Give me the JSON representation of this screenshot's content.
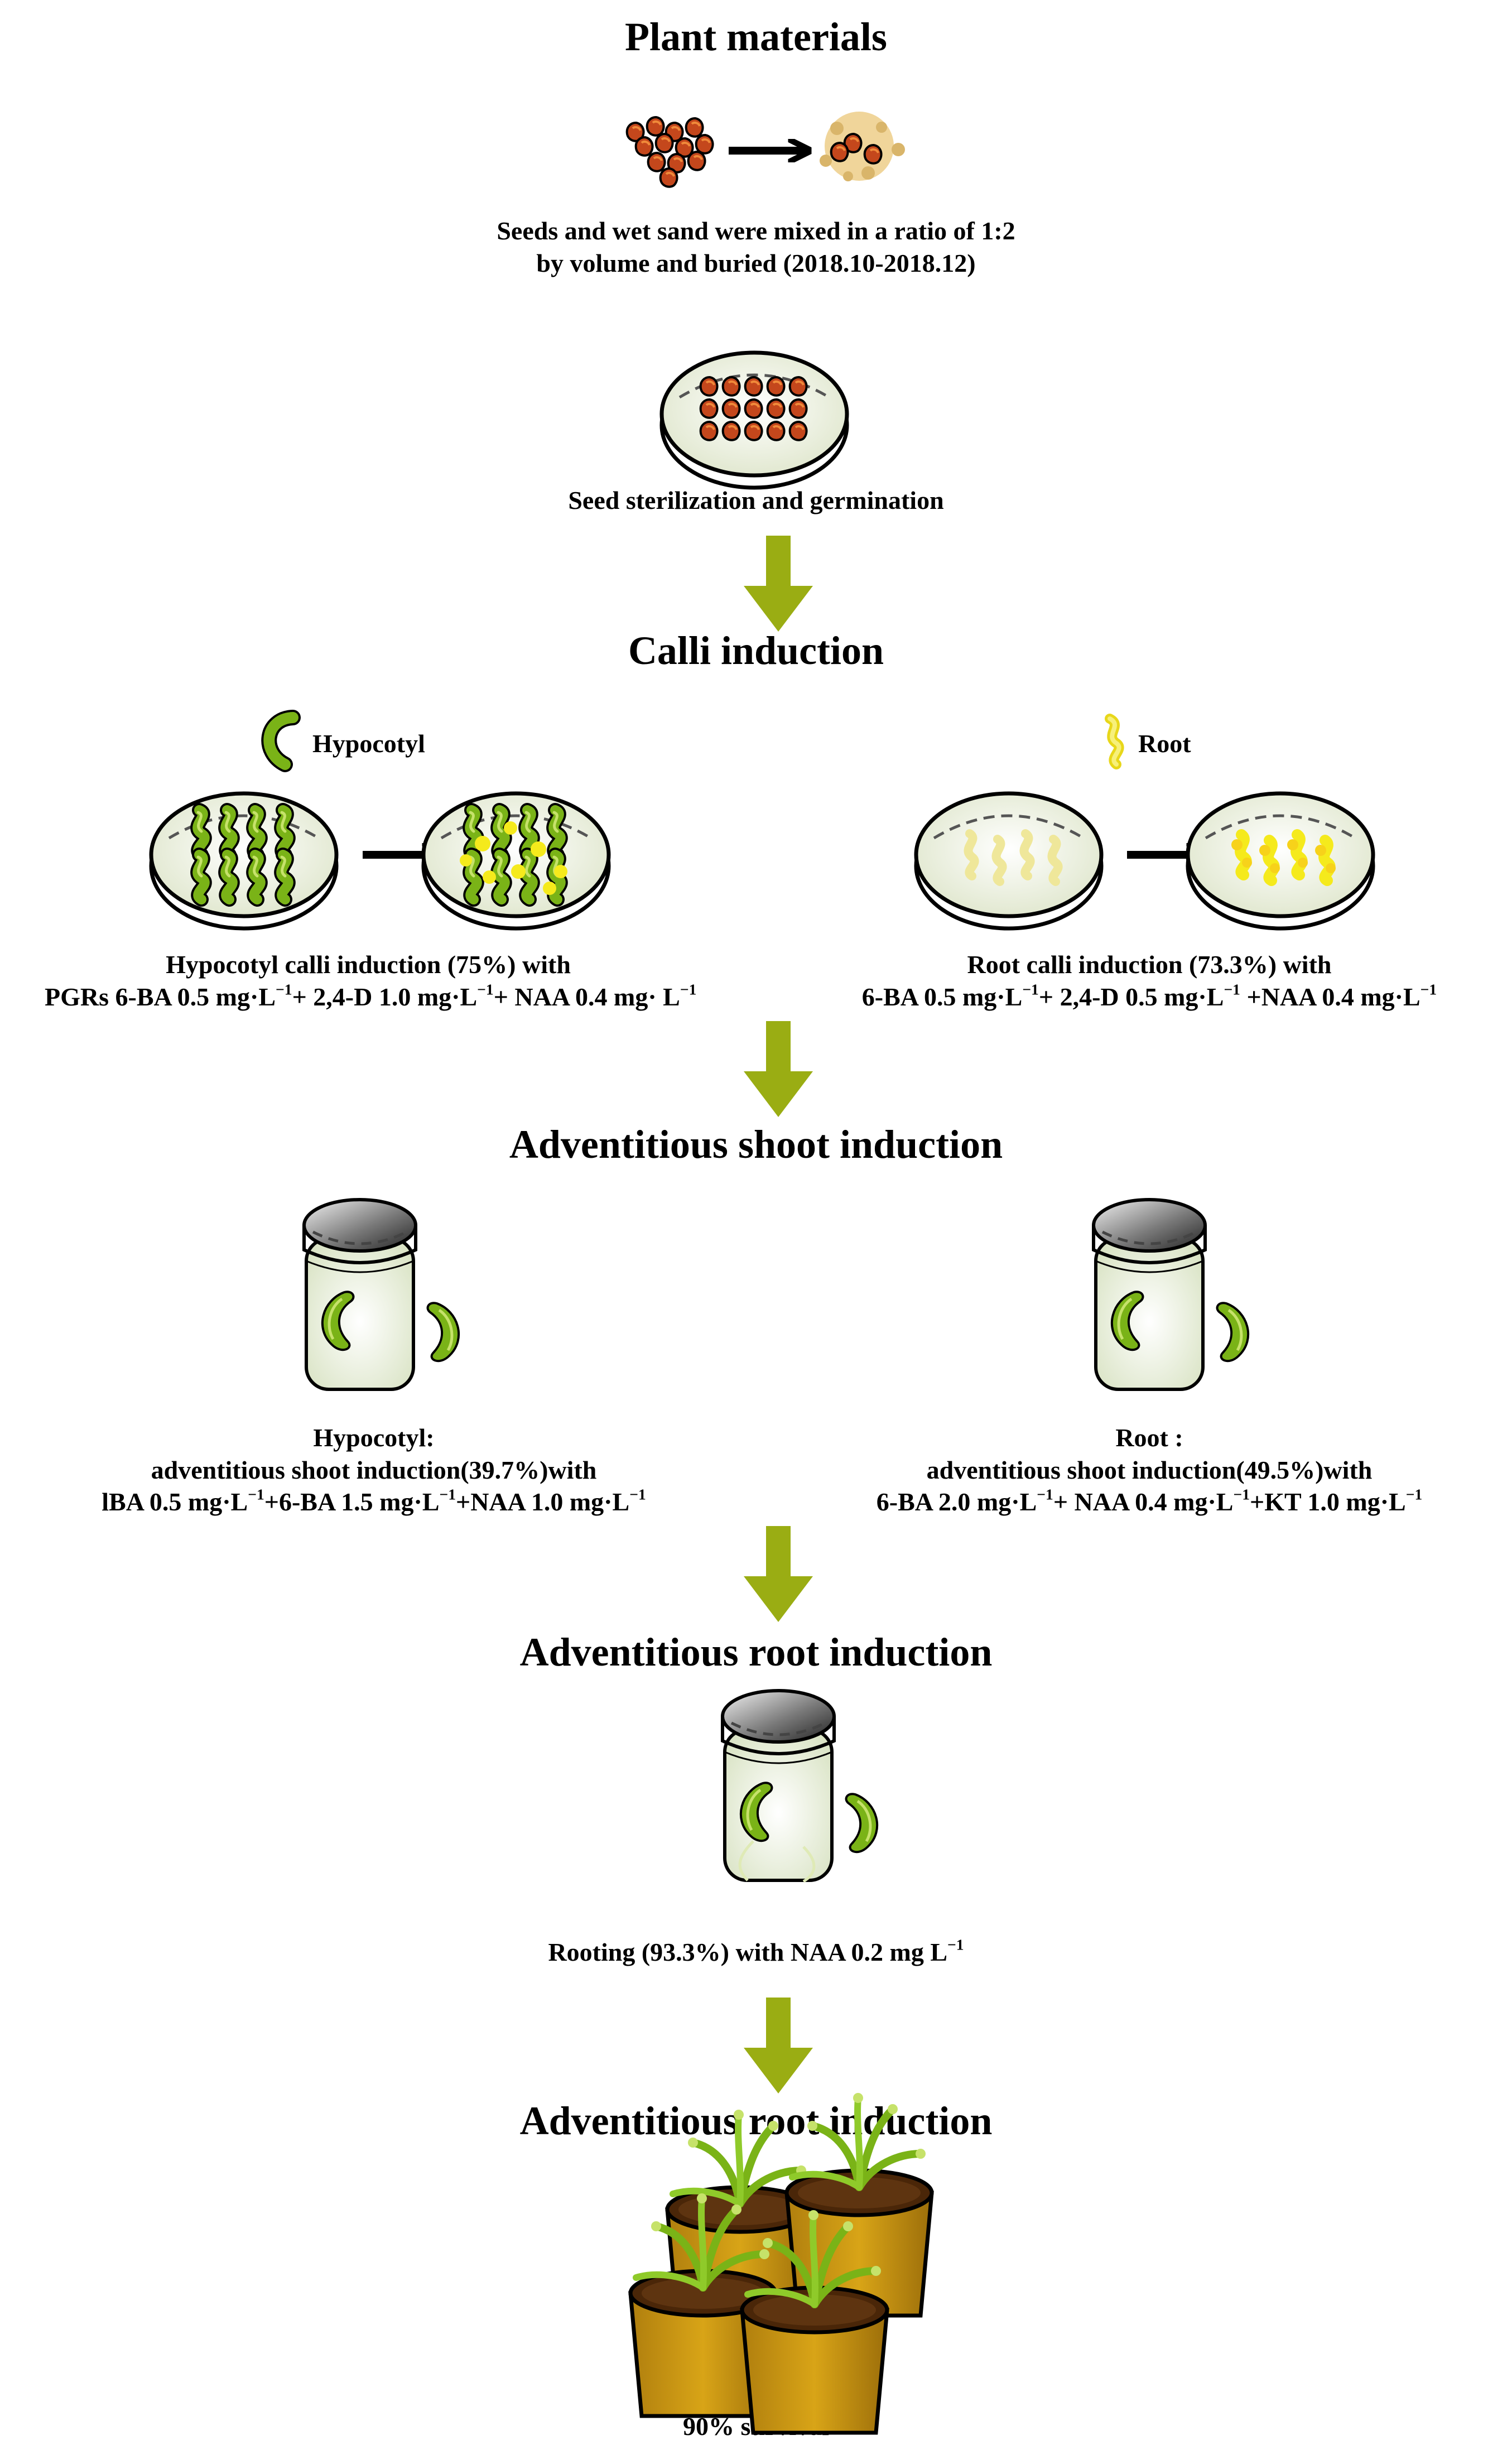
{
  "colors": {
    "arrow": "#9aad13",
    "callus_green": "#7ab317",
    "callus_yellow": "#f5ea1c",
    "seed": "#c4471c"
  },
  "headings": {
    "plant_materials": "Plant materials",
    "calli_induction": "Calli induction",
    "shoot_induction": "Adventitious shoot induction",
    "root_induction": "Adventitious root induction",
    "root_induction_2": "Adventitious root induction"
  },
  "seeds": {
    "line1": "Seeds and wet sand were mixed in a ratio of 1:2",
    "line2": "by volume and buried (2018.10-2018.12)",
    "sterilization": "Seed sterilization and germination"
  },
  "calli": {
    "hypocotyl_label": "Hypocotyl",
    "root_label": "Root",
    "hypocotyl_line1": "Hypocotyl calli induction (75%) with",
    "hypocotyl_line2_a": "PGRs 6-BA 0.5 mg·L",
    "hypocotyl_line2_b": "+ 2,4-D 1.0 mg·L",
    "hypocotyl_line2_c": "+ NAA 0.4 mg· L",
    "root_line1": "Root calli induction (73.3%) with",
    "root_line2_a": "6-BA 0.5 mg·L",
    "root_line2_b": "+ 2,4-D 0.5 mg·L",
    "root_line2_c": " +NAA 0.4 mg·L",
    "exponent": "−1"
  },
  "shoot": {
    "hypocotyl_line1": "Hypocotyl:",
    "hypocotyl_line2": "adventitious shoot induction(39.7%)with",
    "hypocotyl_line3_a": "lBA 0.5 mg·L",
    "hypocotyl_line3_b": "+6-BA 1.5 mg·L",
    "hypocotyl_line3_c": "+NAA 1.0 mg·L",
    "root_line1": "Root :",
    "root_line2": "adventitious shoot induction(49.5%)with",
    "root_line3_a": "6-BA 2.0 mg·L",
    "root_line3_b": "+ NAA 0.4 mg·L",
    "root_line3_c": "+KT 1.0 mg·L"
  },
  "rooting": {
    "text_a": "Rooting (93.3%) with NAA 0.2 mg L"
  },
  "survival": {
    "text": "90% survival"
  }
}
